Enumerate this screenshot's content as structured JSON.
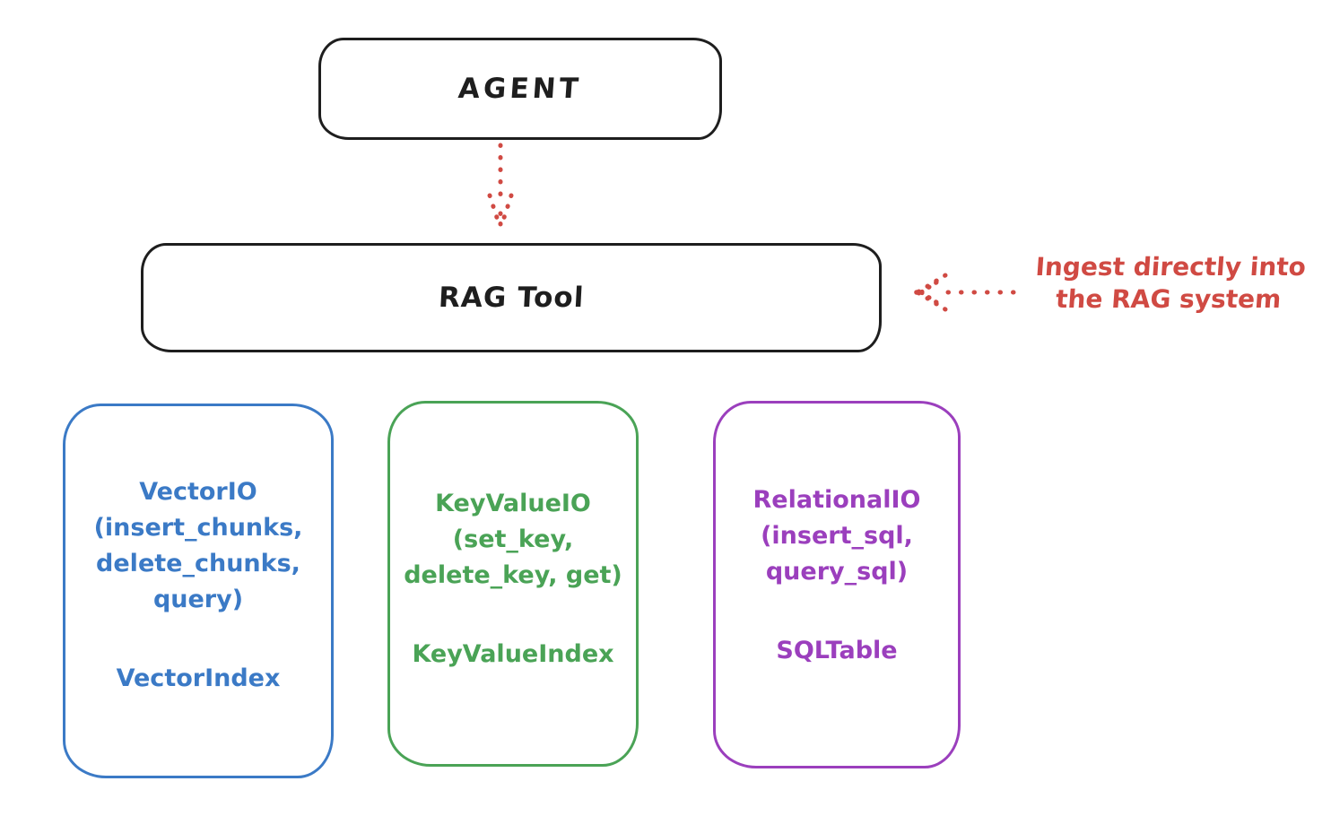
{
  "canvas": {
    "background": "#ffffff"
  },
  "colors": {
    "ink": "#1e1e1e",
    "red": "#d04a43",
    "blue": "#3b7ac6",
    "green": "#4aa356",
    "purple": "#9b3fbd"
  },
  "agent": {
    "label": "AGENT"
  },
  "rag_tool": {
    "label": "RAG Tool"
  },
  "annotation": {
    "line1": "Ingest directly into",
    "line2": "the RAG system",
    "color": "#d04a43"
  },
  "arrows": [
    {
      "name": "agent-to-rag-tool",
      "style": "dotted",
      "direction": "down",
      "color": "#d04a43"
    },
    {
      "name": "ingest-into-rag-tool",
      "style": "dotted",
      "direction": "left",
      "color": "#d04a43"
    }
  ],
  "stores": [
    {
      "name": "VectorIO",
      "methods": "(insert_chunks,\ndelete_chunks,\nquery)",
      "index": "VectorIndex",
      "color": "#3b7ac6"
    },
    {
      "name": "KeyValueIO",
      "methods": "(set_key,\ndelete_key, get)",
      "index": "KeyValueIndex",
      "color": "#4aa356"
    },
    {
      "name": "RelationalIO",
      "methods": "(insert_sql,\nquery_sql)",
      "index": "SQLTable",
      "color": "#9b3fbd"
    }
  ]
}
